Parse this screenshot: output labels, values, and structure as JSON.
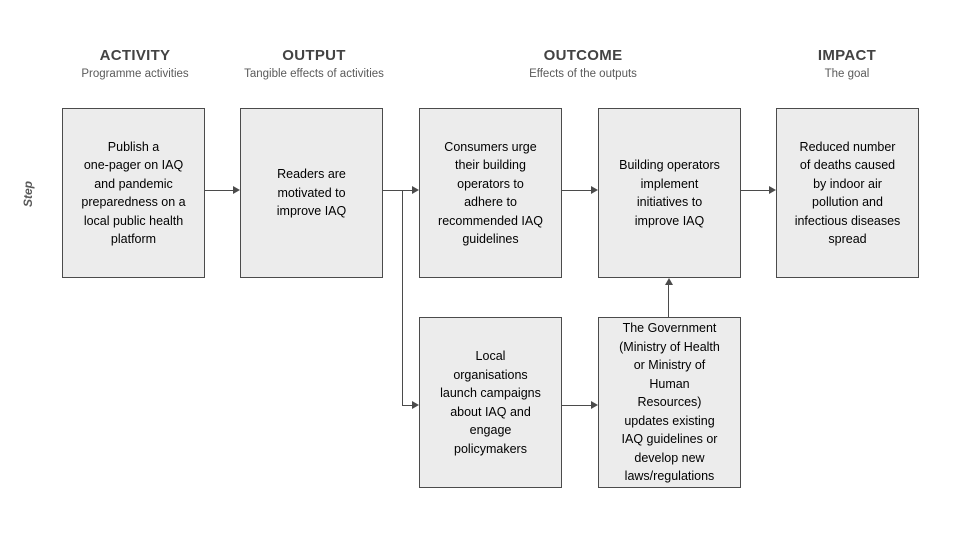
{
  "diagram": {
    "axis_label": "Step",
    "columns": [
      {
        "title": "ACTIVITY",
        "subtitle": "Programme activities"
      },
      {
        "title": "OUTPUT",
        "subtitle": "Tangible effects of activities"
      },
      {
        "title": "OUTCOME",
        "subtitle": "Effects of the outputs"
      },
      {
        "title": "IMPACT",
        "subtitle": "The goal"
      }
    ],
    "nodes": [
      {
        "id": "activity-1",
        "text": "Publish a\none-pager on IAQ\nand pandemic\npreparedness on a\nlocal public health\nplatform"
      },
      {
        "id": "output-1",
        "text": "Readers are\nmotivated to\nimprove IAQ"
      },
      {
        "id": "outcome-1",
        "text": "Consumers urge\ntheir building\noperators to\nadhere to\nrecommended IAQ\nguidelines"
      },
      {
        "id": "outcome-2",
        "text": "Building operators\nimplement\ninitiatives to\nimprove IAQ"
      },
      {
        "id": "impact-1",
        "text": "Reduced number\nof deaths caused\nby indoor air\npollution and\ninfectious diseases\nspread"
      },
      {
        "id": "outcome-3",
        "text": "Local\norganisations\nlaunch campaigns\nabout IAQ and\nengage\npolicymakers"
      },
      {
        "id": "outcome-4",
        "text": "The Government\n(Ministry of Health\nor Ministry of\nHuman\nResources)\nupdates existing\nIAQ guidelines or\ndevelop new\nlaws/regulations"
      }
    ],
    "colors": {
      "box_fill": "#ececec",
      "box_border": "#4b4b4b",
      "connector": "#4b4b4b",
      "header_title": "#434343",
      "header_subtitle": "#5a5a5a",
      "background": "#ffffff"
    }
  }
}
